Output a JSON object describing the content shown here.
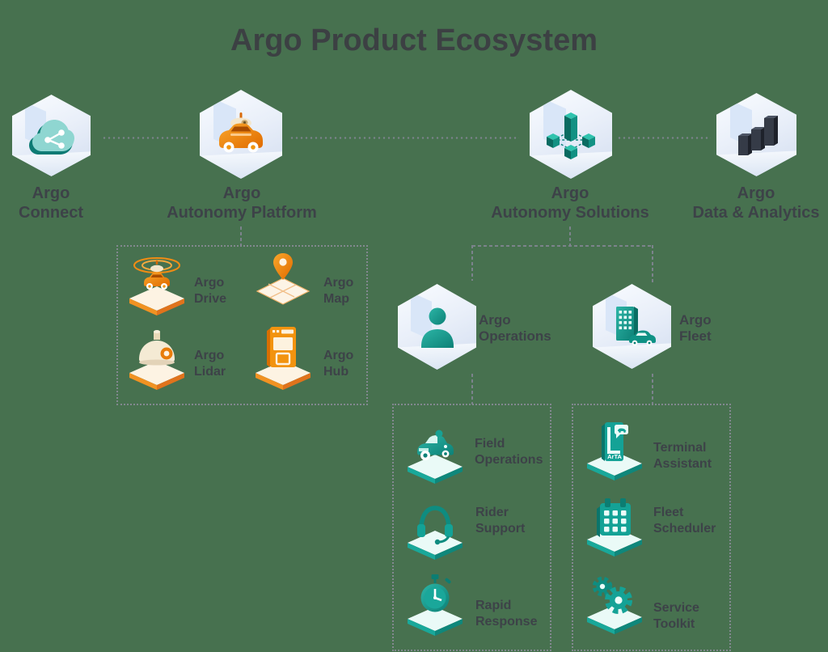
{
  "title": "Argo Product Ecosystem",
  "colors": {
    "background": "#47714f",
    "orange": "#f08a12",
    "teal": "#14a296",
    "dark_bars": "#2c313b",
    "text": "#3d4248",
    "connector_gray": "#7c838c",
    "hexagon_fill": "#e9eff9"
  },
  "top_row": {
    "connect": {
      "line1": "Argo",
      "line2": "Connect",
      "icon": "cloud-share-icon"
    },
    "platform": {
      "line1": "Argo",
      "line2": "Autonomy Platform",
      "icon": "autonomous-car-icon"
    },
    "solutions": {
      "line1": "Argo",
      "line2": "Autonomy Solutions",
      "icon": "cube-network-icon"
    },
    "analytics": {
      "line1": "Argo",
      "line2": "Data & Analytics",
      "icon": "bar-chart-icon"
    }
  },
  "solution_nodes": {
    "operations": {
      "line1": "Argo",
      "line2": "Operations",
      "icon": "person-icon"
    },
    "fleet": {
      "line1": "Argo",
      "line2": "Fleet",
      "icon": "building-car-icon"
    }
  },
  "platform_products": {
    "drive": {
      "line1": "Argo",
      "line2": "Drive",
      "icon": "radar-car-icon"
    },
    "map": {
      "line1": "Argo",
      "line2": "Map",
      "icon": "map-pin-icon"
    },
    "lidar": {
      "line1": "Argo",
      "line2": "Lidar",
      "icon": "lidar-sensor-icon"
    },
    "hub": {
      "line1": "Argo",
      "line2": "Hub",
      "icon": "app-window-icon"
    }
  },
  "operations_products": {
    "field": {
      "line1": "Field",
      "line2": "Operations",
      "icon": "service-vehicle-icon"
    },
    "rider": {
      "line1": "Rider",
      "line2": "Support",
      "icon": "headset-icon"
    },
    "rapid": {
      "line1": "Rapid",
      "line2": "Response",
      "icon": "stopwatch-icon"
    }
  },
  "fleet_products": {
    "terminal": {
      "line1": "Terminal",
      "line2": "Assistant",
      "icon": "tablet-icon",
      "device_text": "ArTA"
    },
    "scheduler": {
      "line1": "Fleet",
      "line2": "Scheduler",
      "icon": "calendar-icon"
    },
    "toolkit": {
      "line1": "Service",
      "line2": "Toolkit",
      "icon": "gears-icon"
    }
  }
}
